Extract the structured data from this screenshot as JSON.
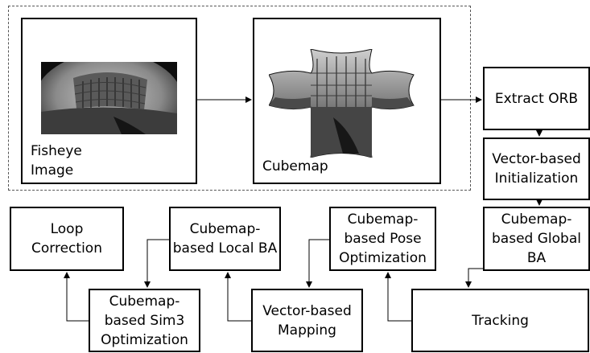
{
  "top_group": {
    "fisheye": {
      "label": "Fisheye\nImage"
    },
    "cubemap": {
      "label": "Cubemap"
    }
  },
  "pipeline": {
    "extract_orb": "Extract ORB",
    "vector_init": "Vector-based\nInitialization",
    "global_ba": "Cubemap-\nbased Global\nBA",
    "tracking": "Tracking",
    "pose_opt": "Cubemap-\nbased Pose\nOptimization",
    "vector_mapping": "Vector-based\nMapping",
    "local_ba": "Cubemap-\nbased Local BA",
    "sim3_opt": "Cubemap-\nbased Sim3\nOptimization",
    "loop_correction": "Loop\nCorrection"
  },
  "colors": {
    "line": "#000000",
    "dashed_border": "#555555",
    "photo_dark": "#1a1a1a",
    "photo_mid": "#7a7a7a",
    "photo_light": "#d0d0d0"
  }
}
